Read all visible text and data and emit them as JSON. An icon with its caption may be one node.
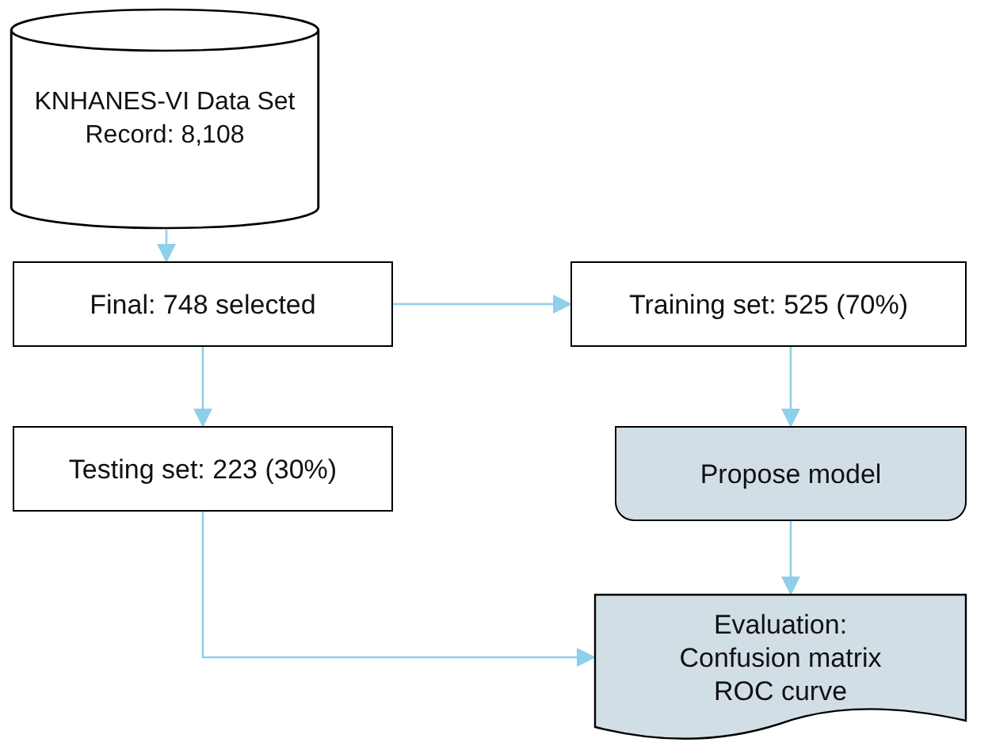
{
  "diagram": {
    "nodes": [
      {
        "text": [
          "KNHANES-VI Data Set Record: 8,108"
        ]
      },
      {
        "text": [
          "Final: 748 selected"
        ]
      },
      {
        "text": [
          "Training set: 525 (70%)"
        ]
      },
      {
        "text": [
          "Testing set: 223 (30%)"
        ]
      },
      {
        "text": [
          "Propose model"
        ]
      },
      {
        "text": [
          "Evaluation: Confusion matrix ROC curve"
        ]
      }
    ],
    "edges": [
      {
        "from": 0,
        "to": 1,
        "arrow": "to"
      },
      {
        "from": 1,
        "to": 2,
        "arrow": "to"
      },
      {
        "from": 1,
        "to": 3,
        "arrow": "to"
      },
      {
        "from": 2,
        "to": 4,
        "arrow": "to"
      },
      {
        "from": 4,
        "to": 5,
        "arrow": "to"
      },
      {
        "from": 3,
        "to": 5,
        "arrow": "to"
      }
    ]
  }
}
